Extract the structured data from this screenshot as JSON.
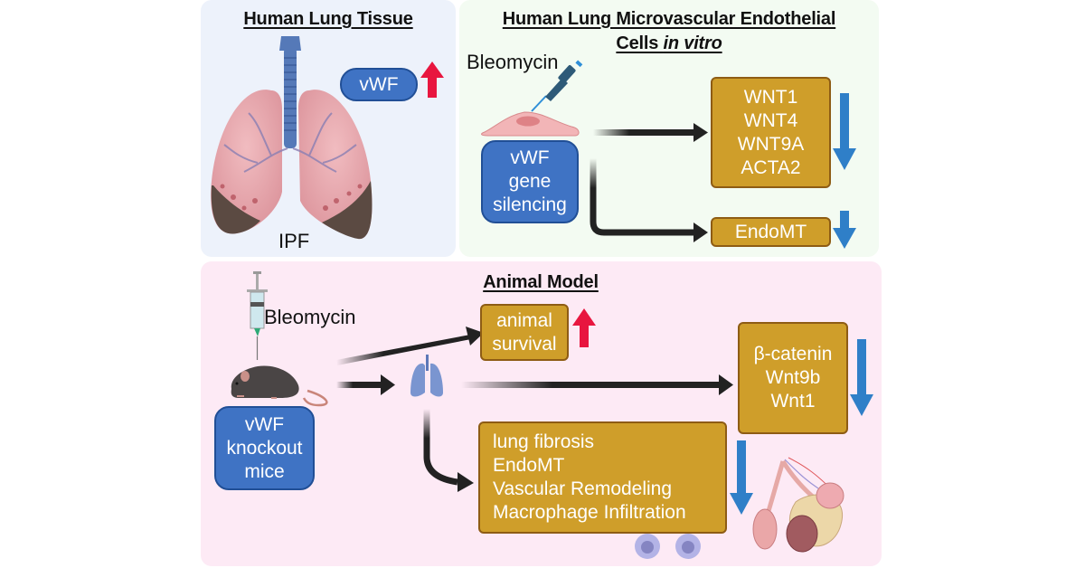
{
  "panels": {
    "tissue": {
      "title": "Human Lung Tissue",
      "badge": "vWF",
      "badge_direction": "up",
      "caption": "IPF"
    },
    "invitro": {
      "title_line1": "Human Lung Microvascular Endothelial",
      "title_line2_plain": "Cells ",
      "title_line2_italic": "in vitro",
      "treatment": "Bleomycin",
      "intervention": [
        "vWF",
        "gene",
        "silencing"
      ],
      "outcome_genes": [
        "WNT1",
        "WNT4",
        "WNT9A",
        "ACTA2"
      ],
      "outcome_genes_direction": "down",
      "outcome_process": "EndoMT",
      "outcome_process_direction": "down"
    },
    "animal": {
      "title": "Animal Model",
      "treatment": "Bleomycin",
      "model": [
        "vWF",
        "knockout",
        "mice"
      ],
      "survival": [
        "animal",
        "survival"
      ],
      "survival_direction": "up",
      "signaling": [
        "β-catenin",
        "Wnt9b",
        "Wnt1"
      ],
      "signaling_direction": "down",
      "pathology": [
        "lung fibrosis",
        "EndoMT",
        "Vascular Remodeling",
        "Macrophage Infiltration"
      ],
      "pathology_direction": "down"
    }
  },
  "colors": {
    "up_arrow": "#e8163f",
    "down_arrow": "#2f7fc8",
    "blue_box": "#3f73c4",
    "gold_box": "#cf9e2a",
    "flow_arrow": "#222222"
  }
}
